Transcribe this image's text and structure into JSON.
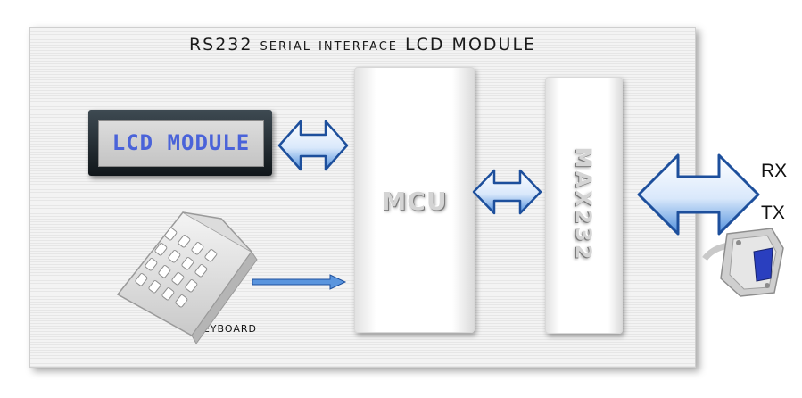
{
  "diagram": {
    "title": "RS232 serial interface LCD MODULE",
    "blocks": {
      "mcu": "MCU",
      "max232": "MAX232",
      "lcd": "LCD MODULE",
      "keyboard": "Keyboard"
    },
    "signals": {
      "rx": "RX",
      "tx": "TX"
    },
    "icons": [
      "lcd-module-icon",
      "keypad-icon",
      "db9-connector-icon",
      "bidirectional-arrow-icon",
      "right-arrow-icon"
    ],
    "colors": {
      "arrow_fill": "#4f8fdc",
      "arrow_stroke": "#1d4f9c",
      "lcd_text": "#4a63d9",
      "board": "#efefef"
    }
  }
}
